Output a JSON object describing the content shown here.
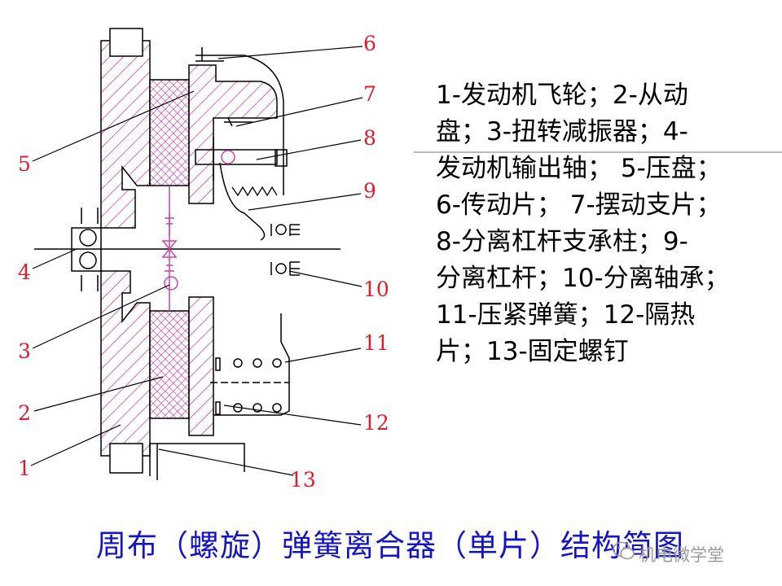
{
  "title": "周布（螺旋）弹簧离合器（单片）结构简图",
  "legend_lines": [
    "1-发动机飞轮；2-从动",
    "盘；3-扭转减振器；4-",
    "发动机输出轴； 5-压盘；",
    "6-传动片；  7-摆动支片；",
    "8-分离杠杆支承柱；9-",
    "分离杠杆；10-分离轴承；",
    "11-压紧弹簧；12-隔热",
    "片；13-固定螺钉"
  ],
  "callouts": [
    "1",
    "2",
    "3",
    "4",
    "5",
    "6",
    "7",
    "8",
    "9",
    "10",
    "11",
    "12",
    "13"
  ],
  "watermark": "机电微学堂",
  "colors": {
    "hatch": "#cc44aa",
    "callout": "#e8192c",
    "title": "#1515c8",
    "line": "#000000"
  }
}
